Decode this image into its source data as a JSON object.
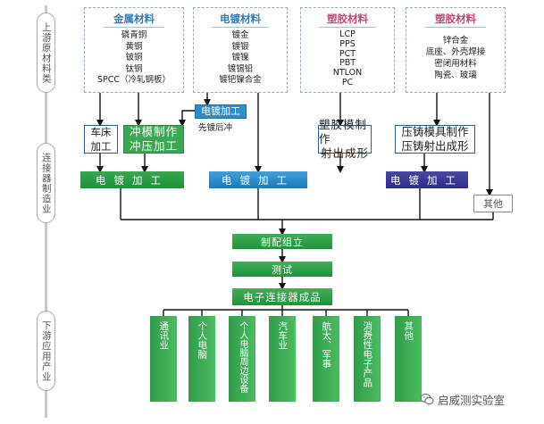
{
  "stages": [
    {
      "id": "upstream",
      "label": "上游原材料类"
    },
    {
      "id": "midstream",
      "label": "连接器制造业"
    },
    {
      "id": "downstream",
      "label": "下游应用产业"
    }
  ],
  "materials": [
    {
      "title": "金属材料",
      "items": [
        "磷青铜",
        "黄铜",
        "铍铜",
        "钛铜",
        "SPCC（冷轧钢板）"
      ]
    },
    {
      "title": "电镀材料",
      "items": [
        "镀金",
        "镀银",
        "镀镍",
        "镀锡铅",
        "镀钯镍合金"
      ]
    },
    {
      "title": "塑胶材料",
      "items": [
        "LCP",
        "PPS",
        "PCT",
        "PBT",
        "NTLON",
        "PC"
      ]
    },
    {
      "title": "塑胶材料",
      "items": [
        "锌合金",
        "底座、外壳焊接",
        "密闭用材料",
        "陶瓷、玻璃"
      ]
    }
  ],
  "processes": {
    "lathe": [
      "车床",
      "加工"
    ],
    "stamping": [
      "冲模制作",
      "冲压加工"
    ],
    "plating_process": "电镀加工",
    "plating_note": "先镀后冲",
    "plastic": [
      "塑胶模制作",
      "射出成形"
    ],
    "diecast": [
      "压铸模具制作",
      "压铸射出成形"
    ]
  },
  "plating_bars": [
    "电镀加工",
    "电镀加工",
    "电镀加工"
  ],
  "other": "其他",
  "flow": [
    "制配组立",
    "测试",
    "电子连接器成品"
  ],
  "applications": [
    "通讯业",
    "个人电脑",
    "个人电脑周边设备",
    "汽车业",
    "航太、军事",
    "消费性电子产品",
    "其他"
  ],
  "watermark": "启威测实验室",
  "colors": {
    "green": "#3aa853",
    "blue": "#2b8dcc",
    "purple": "#3a3796",
    "title_blue": "#2f7fb5",
    "title_pink": "#c4477a"
  }
}
